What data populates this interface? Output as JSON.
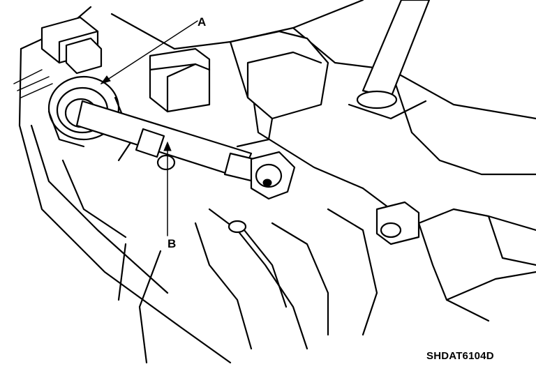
{
  "callouts": {
    "a": "A",
    "b": "B"
  },
  "figure_code": "SHDAT6104D"
}
